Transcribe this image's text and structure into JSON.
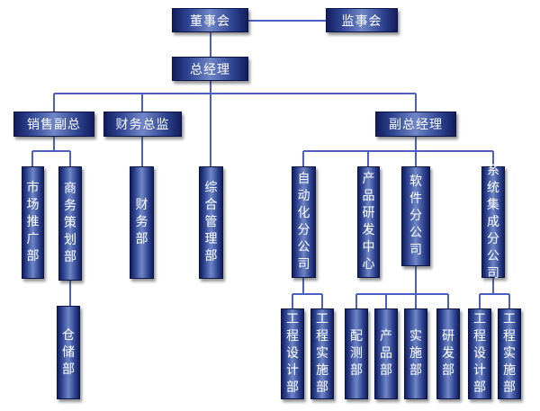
{
  "org_chart": {
    "board": "董事会",
    "supervisory_board": "监事会",
    "general_manager": "总经理",
    "vp_sales": "销售副总",
    "finance_director": "财务总监",
    "deputy_gm": "副总经理",
    "market_promotion": "市场推广部",
    "business_planning": "商务策划部",
    "warehouse": "仓储部",
    "finance_dept": "财务部",
    "admin_dept": "综合管理部",
    "automation_company": "自动化分公司",
    "product_rd_center": "产品研发中心",
    "software_company": "软件分公司",
    "system_integration_company": "系统集成分公司",
    "auto_engineering_design": "工程设计部",
    "auto_engineering_impl": "工程实施部",
    "sw_config_test": "配测部",
    "sw_product": "产品部",
    "sw_implementation": "实施部",
    "sw_rd": "研发部",
    "si_engineering_design": "工程设计部",
    "si_engineering_impl": "工程实施部"
  }
}
